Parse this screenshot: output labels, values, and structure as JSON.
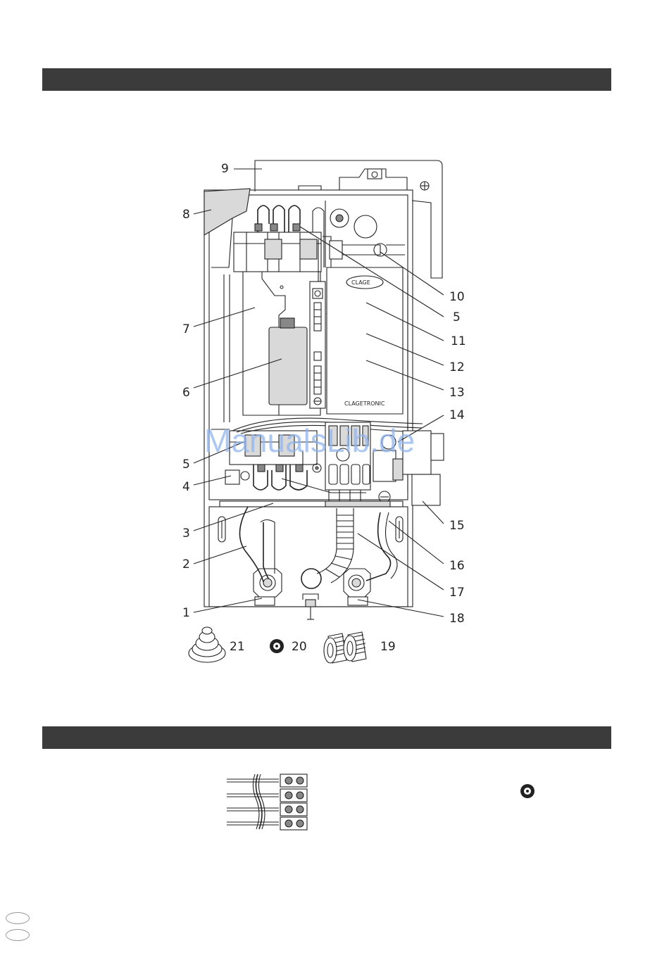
{
  "diagram": {
    "callouts": [
      "1",
      "2",
      "3",
      "4",
      "5",
      "6",
      "7",
      "8",
      "9",
      "10",
      "5",
      "11",
      "12",
      "13",
      "14",
      "15",
      "16",
      "17",
      "18"
    ],
    "accessories": [
      {
        "label": "21",
        "icon": "grommet-icon"
      },
      {
        "label": "20",
        "icon": "washer-icon"
      },
      {
        "label": "19",
        "icon": "threaded-nipple-icon"
      }
    ],
    "device_brand": "CLAGETRONIC",
    "logo_text": "CLAGE",
    "watermark": "ManualsLib.de"
  },
  "colors": {
    "header_bar": "#3b3b3b",
    "watermark": "#8fb4ee",
    "line": "#222222"
  }
}
